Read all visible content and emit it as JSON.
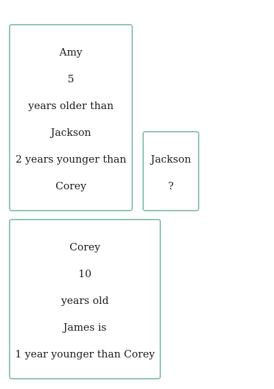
{
  "cards": {
    "amy": {
      "lines": [
        "Amy",
        "5",
        "years older than",
        "Jackson",
        "2 years younger than",
        "Corey"
      ]
    },
    "jackson": {
      "lines": [
        "Jackson",
        "?"
      ]
    },
    "corey": {
      "lines": [
        "Corey",
        "10",
        "years old",
        "James is",
        "1 year younger than Corey"
      ]
    }
  }
}
